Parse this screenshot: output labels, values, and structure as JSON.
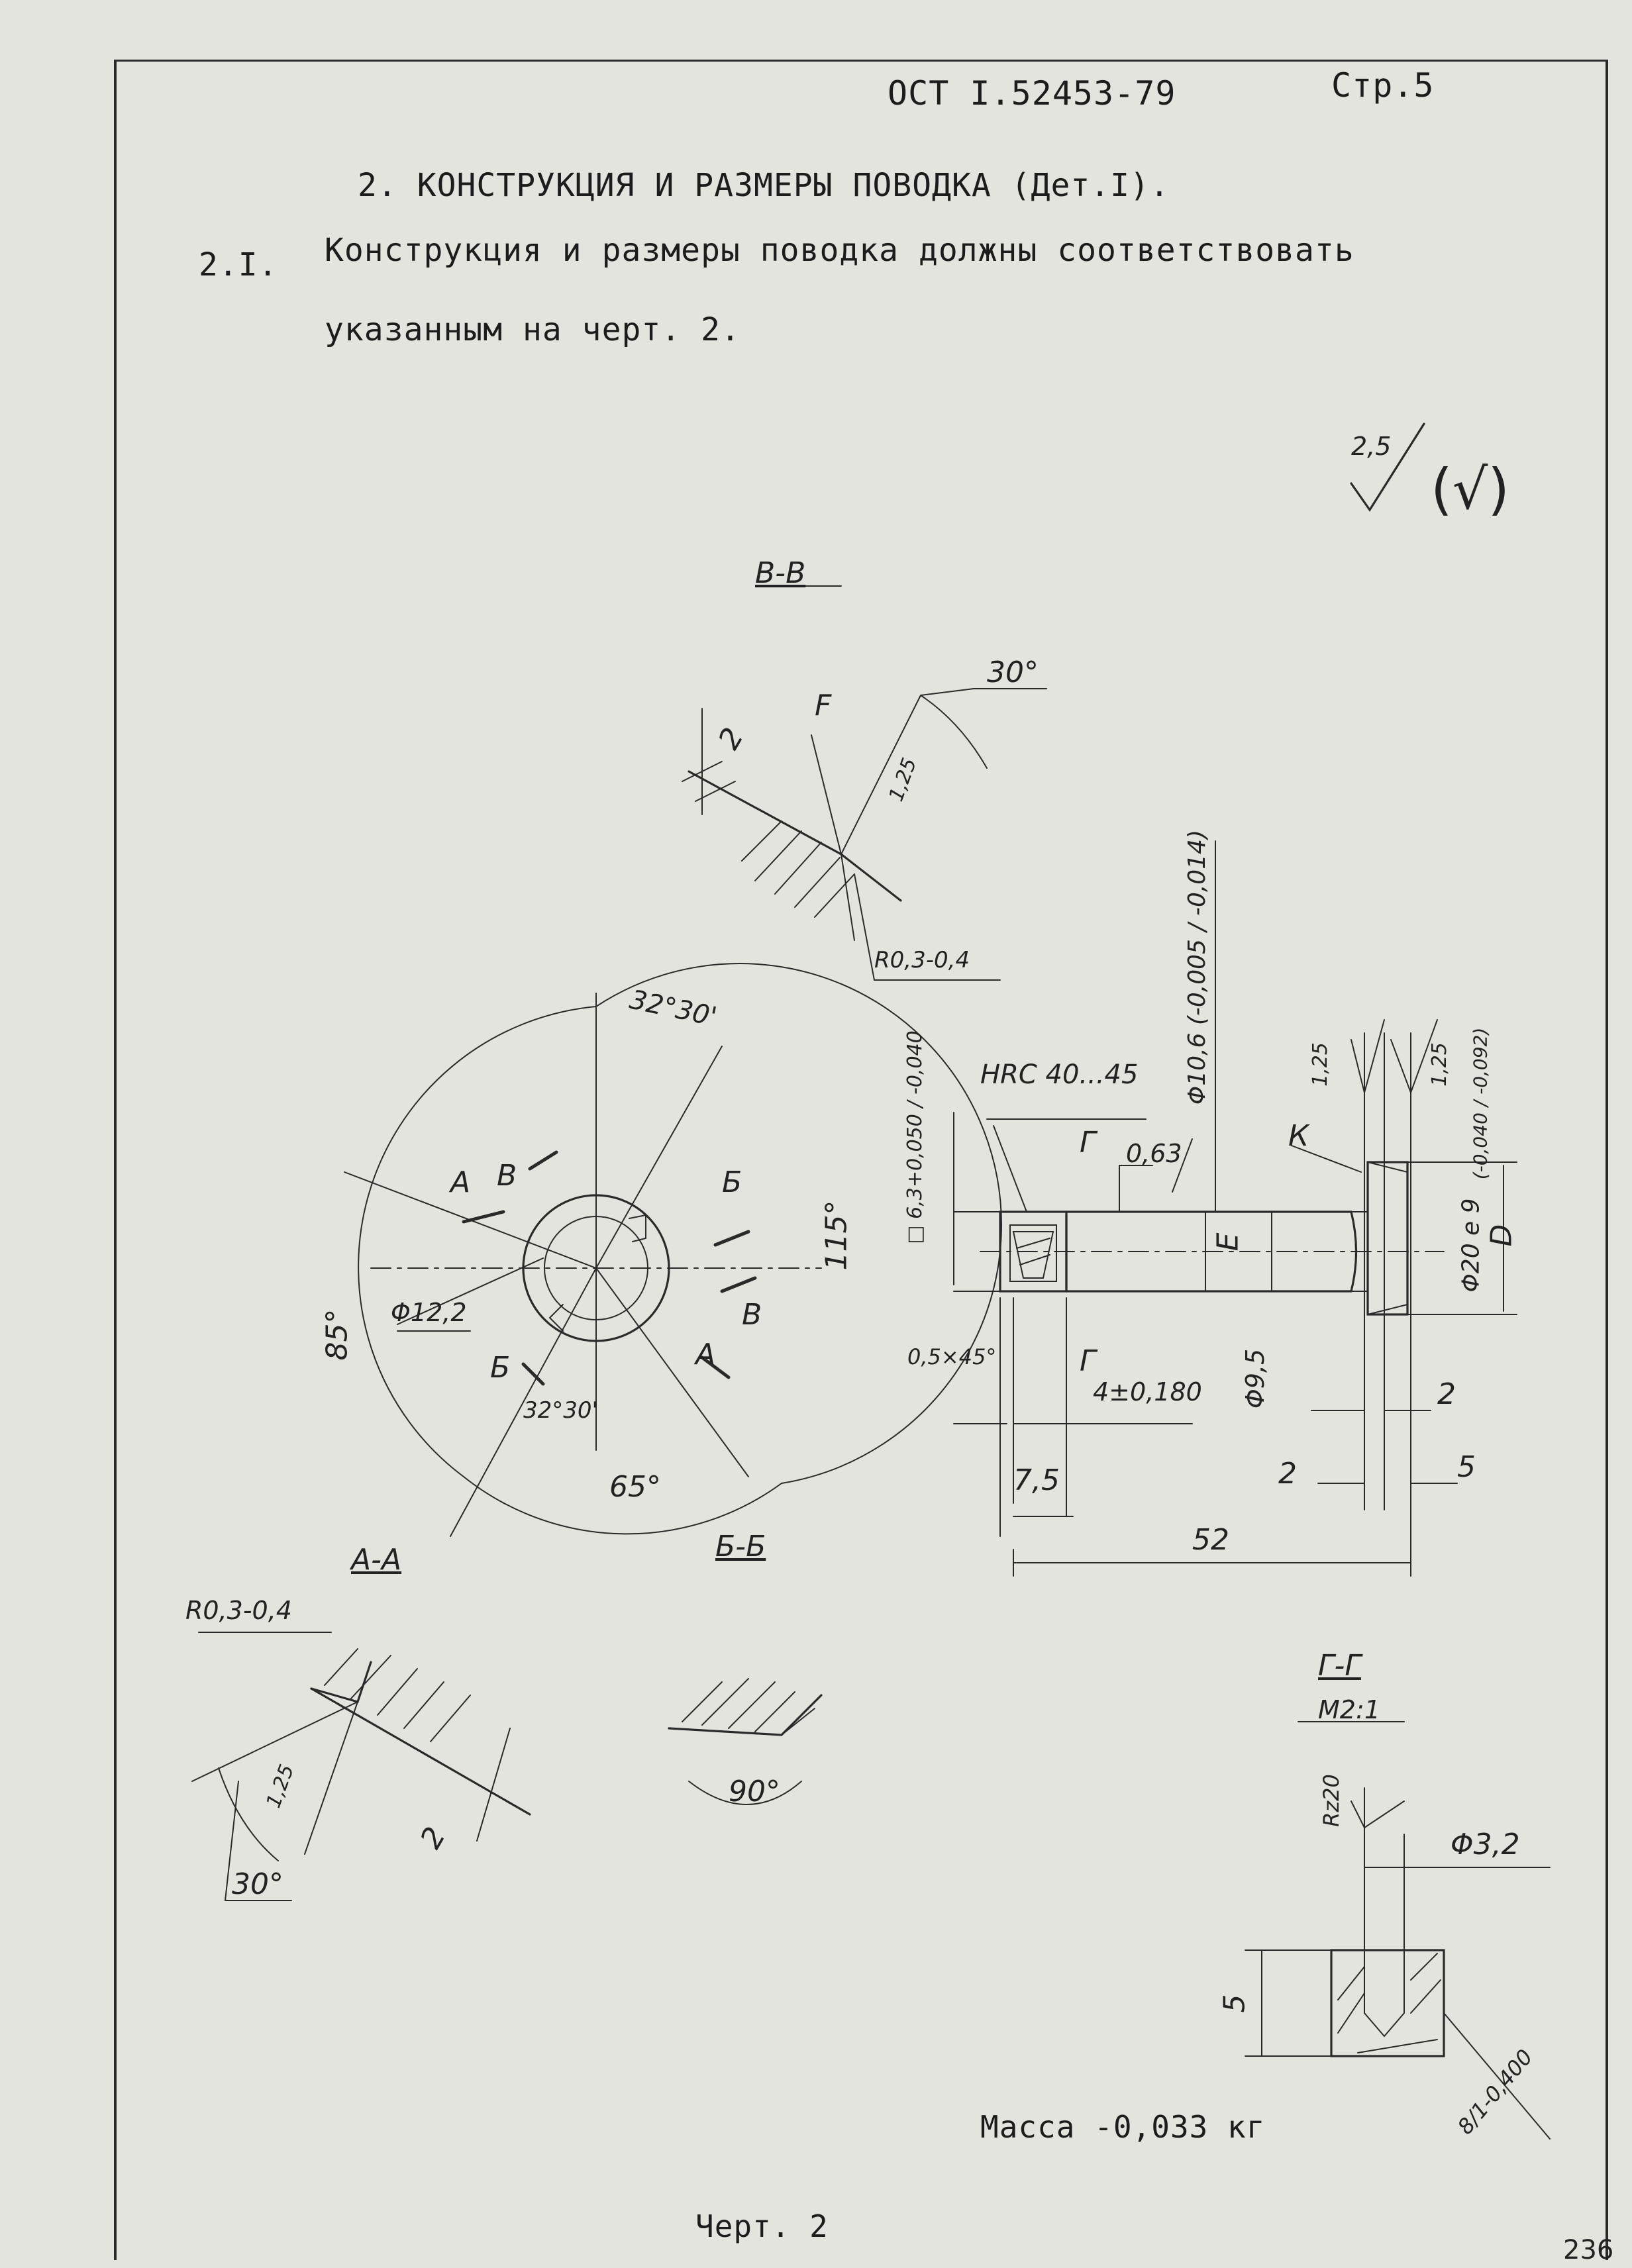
{
  "header": {
    "standard": "ОСТ I.52453-79",
    "page": "Стр.5"
  },
  "section": {
    "title": "2. КОНСТРУКЦИЯ И РАЗМЕРЫ ПОВОДКА (Дет.I).",
    "clause_number": "2.I.",
    "clause_line1": "Конструкция и размеры поводка должны соответствовать",
    "clause_line2": "указанным на черт.  2."
  },
  "roughness": {
    "value": "2,5",
    "bracket": "(√)"
  },
  "drawing": {
    "view_bb": "В-В",
    "view_aa": "А-А",
    "view_bbb": "Б-Б",
    "view_gg": "Г-Г",
    "view_gg_scale": "М2:1",
    "dims": {
      "d_30deg": "30°",
      "d_F": "F",
      "d_2_top": "2",
      "d_125_top": "1,25",
      "d_r03_top": "R0,3-0,4",
      "d_32_30_top": "32°30'",
      "d_A": "А",
      "d_B": "В",
      "d_Bb": "Б",
      "d_115": "115°",
      "d_85": "85°",
      "d_phi122": "Φ12,2",
      "d_Bb2": "Б",
      "d_B2": "В",
      "d_A2": "А",
      "d_32_30_bot": "32°30'",
      "d_65": "65°",
      "d_sq63": "□ 6,3+0,050 / -0,040",
      "d_hrc": "HRC 40...45",
      "d_G1": "Г",
      "d_063": "0,63",
      "d_phi106": "Φ10,6 (-0,005 / -0,014)",
      "d_125_r1": "1,25",
      "d_125_r2": "1,25",
      "d_K": "К",
      "d_tol20": "(-0,040 / -0,092)",
      "d_phi20": "Φ20 е 9",
      "d_D": "D",
      "d_E": "Е",
      "d_phi95": "Φ9,5",
      "d_05x45": "0,5×45°",
      "d_G2": "Г",
      "d_4": "4±0,180",
      "d_2_r": "2",
      "d_75": "7,5",
      "d_2_b": "2",
      "d_5": "5",
      "d_52": "52",
      "d_r03_bot": "R0,3-0,4",
      "d_125_bot": "1,25",
      "d_2_bot": "2",
      "d_30_bot": "30°",
      "d_90": "90°",
      "d_rz20": "Rz20",
      "d_phi32": "Φ3,2",
      "d_5_gg": "5",
      "d_8": "8/1-0,400"
    }
  },
  "footer": {
    "mass": "Масса -0,033 кг",
    "drawing_ref": "Черт. 2",
    "sheet_number": "236"
  }
}
